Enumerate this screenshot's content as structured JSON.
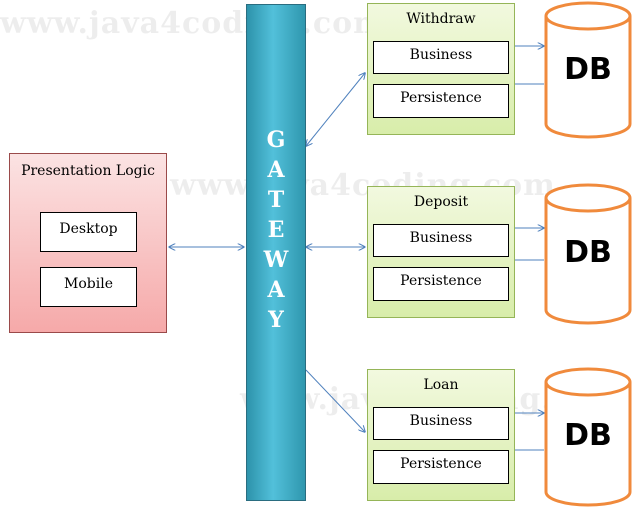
{
  "watermark": {
    "text": "www.java4coding.com"
  },
  "presentation": {
    "title": "Presentation Logic",
    "items": [
      "Desktop",
      "Mobile"
    ]
  },
  "gateway": {
    "letters": [
      "G",
      "A",
      "T",
      "E",
      "W",
      "A",
      "Y"
    ]
  },
  "services": [
    {
      "title": "Withdraw",
      "business": "Business",
      "persistence": "Persistence",
      "db": "DB"
    },
    {
      "title": "Deposit",
      "business": "Business",
      "persistence": "Persistence",
      "db": "DB"
    },
    {
      "title": "Loan",
      "business": "Business",
      "persistence": "Persistence",
      "db": "DB"
    }
  ],
  "colors": {
    "arrow": "#4f81bd",
    "db_stroke": "#f08a3c",
    "gateway": "#3aaec8",
    "service_fill": "#e4f2c2",
    "presentation_fill": "#f8c0c0"
  }
}
